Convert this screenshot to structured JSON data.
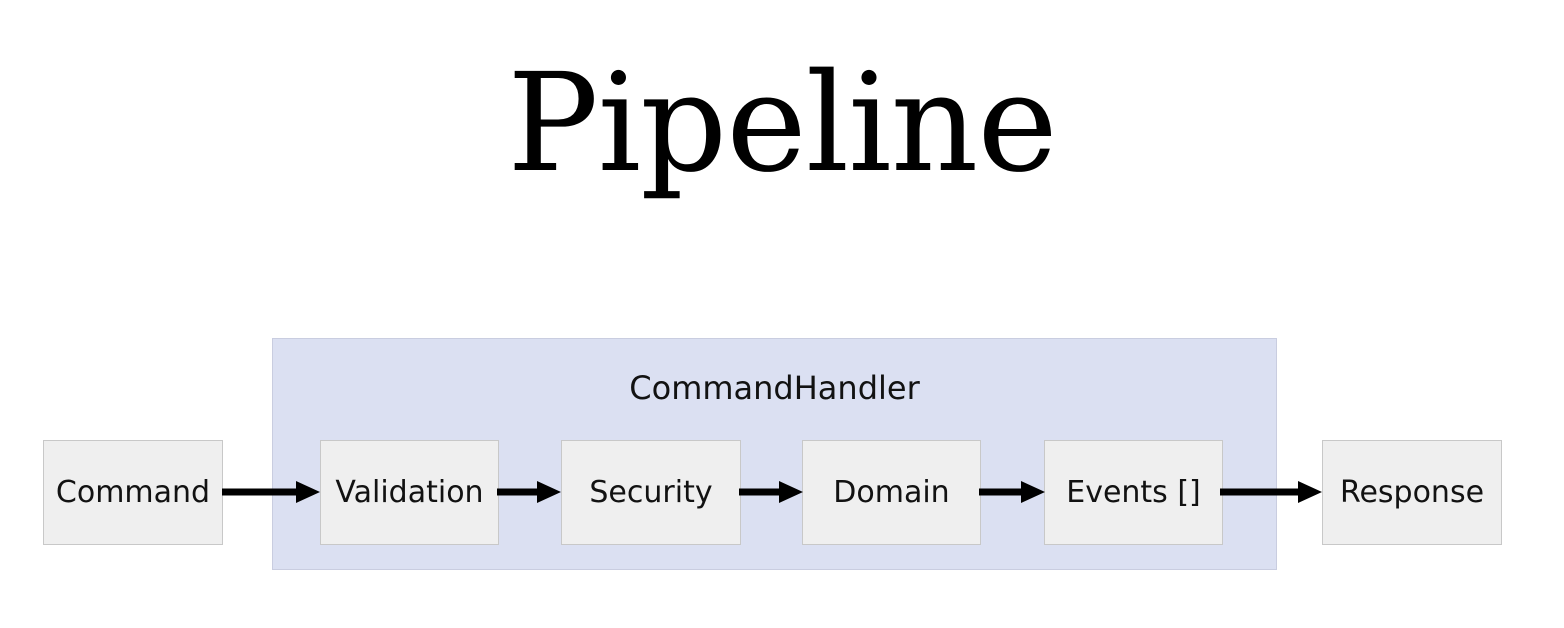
{
  "diagram": {
    "type": "flowchart",
    "direction": "left-to-right",
    "title": "Pipeline",
    "background_color": "#ffffff",
    "groups": [
      {
        "id": "commandhandler",
        "label": "CommandHandler",
        "fill_color": "#dbe0f2",
        "border_color": "#c9cde0",
        "contains": [
          "validation",
          "security",
          "domain",
          "events"
        ]
      }
    ],
    "nodes": [
      {
        "id": "command",
        "label": "Command",
        "shape": "rectangle",
        "fill_color": "#efefef",
        "border_color": "#c8c8c8",
        "inside_group": false
      },
      {
        "id": "validation",
        "label": "Validation",
        "shape": "rectangle",
        "fill_color": "#efefef",
        "border_color": "#c8c8c8",
        "inside_group": true
      },
      {
        "id": "security",
        "label": "Security",
        "shape": "rectangle",
        "fill_color": "#efefef",
        "border_color": "#c8c8c8",
        "inside_group": true
      },
      {
        "id": "domain",
        "label": "Domain",
        "shape": "rectangle",
        "fill_color": "#efefef",
        "border_color": "#c8c8c8",
        "inside_group": true
      },
      {
        "id": "events",
        "label": "Events []",
        "shape": "rectangle",
        "fill_color": "#efefef",
        "border_color": "#c8c8c8",
        "inside_group": true
      },
      {
        "id": "response",
        "label": "Response",
        "shape": "rectangle",
        "fill_color": "#efefef",
        "border_color": "#c8c8c8",
        "inside_group": false
      }
    ],
    "edges": [
      {
        "id": "command-validation",
        "from": "command",
        "to": "validation",
        "label": "",
        "style": "solid-arrow",
        "color": "#000000"
      },
      {
        "id": "validation-security",
        "from": "validation",
        "to": "security",
        "label": "",
        "style": "solid-arrow",
        "color": "#000000"
      },
      {
        "id": "security-domain",
        "from": "security",
        "to": "domain",
        "label": "",
        "style": "solid-arrow",
        "color": "#000000"
      },
      {
        "id": "domain-events",
        "from": "domain",
        "to": "events",
        "label": "",
        "style": "solid-arrow",
        "color": "#000000"
      },
      {
        "id": "events-response",
        "from": "events",
        "to": "response",
        "label": "",
        "style": "solid-arrow",
        "color": "#000000"
      }
    ]
  }
}
